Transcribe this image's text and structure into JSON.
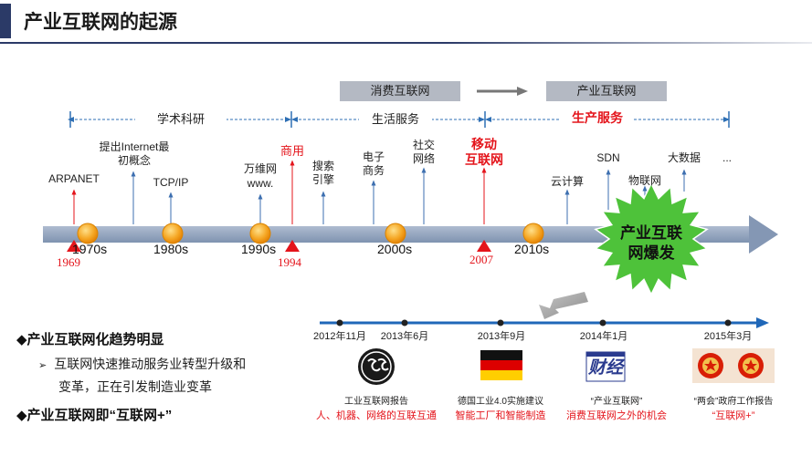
{
  "title": "产业互联网的起源",
  "stage_boxes": {
    "consumer": "消费互联网",
    "production": "产业互联网"
  },
  "phases": {
    "academic": "学术科研",
    "life_service": "生活服务",
    "production_service": "生产服务"
  },
  "milestones": {
    "arpanet": "ARPANET",
    "internet_concept_1": "提出Internet最",
    "internet_concept_2": "初概念",
    "tcpip": "TCP/IP",
    "www_1": "万维网",
    "www_2": "www.",
    "commercial": "商用",
    "search_1": "搜索",
    "search_2": "引擎",
    "ecommerce_1": "电子",
    "ecommerce_2": "商务",
    "social_1": "社交",
    "social_2": "网络",
    "mobile_1": "移动",
    "mobile_2": "互联网",
    "cloud": "云计算",
    "sdn": "SDN",
    "iot": "物联网",
    "bigdata": "大数据",
    "more": "..."
  },
  "decades": [
    "1970s",
    "1980s",
    "1990s",
    "2000s",
    "2010s"
  ],
  "red_years": [
    "1969",
    "1994",
    "2007"
  ],
  "burst": {
    "line1": "产业互联",
    "line2": "网爆发"
  },
  "bullets": {
    "trend": "产业互联网化趋势明显",
    "sub_line1": "互联网快速推动服务业转型升级和",
    "sub_line2": "变革，正在引发制造业变革",
    "definition": "产业互联网即“互联网+”"
  },
  "events": [
    {
      "date": "2012年11月",
      "title": "工业互联网报告",
      "desc": "人、机器、网络的互联互通"
    },
    {
      "date": "2013年6月",
      "title": "",
      "desc": ""
    },
    {
      "date": "2013年9月",
      "title": "德国工业4.0实施建议",
      "desc": "智能工厂和智能制造"
    },
    {
      "date": "2014年1月",
      "title": "“产业互联网”",
      "desc": "消费互联网之外的机会"
    },
    {
      "date": "2015年3月",
      "title": "“两会”政府工作报告",
      "desc": "“互联网+”"
    }
  ],
  "logos": {
    "caijing": "财经"
  },
  "colors": {
    "accent": "#2b3a67",
    "red": "#e4141b",
    "blue": "#1565c0",
    "bar": "#97a7bd",
    "burst": "#4ec23a",
    "node": "#f39c12"
  }
}
